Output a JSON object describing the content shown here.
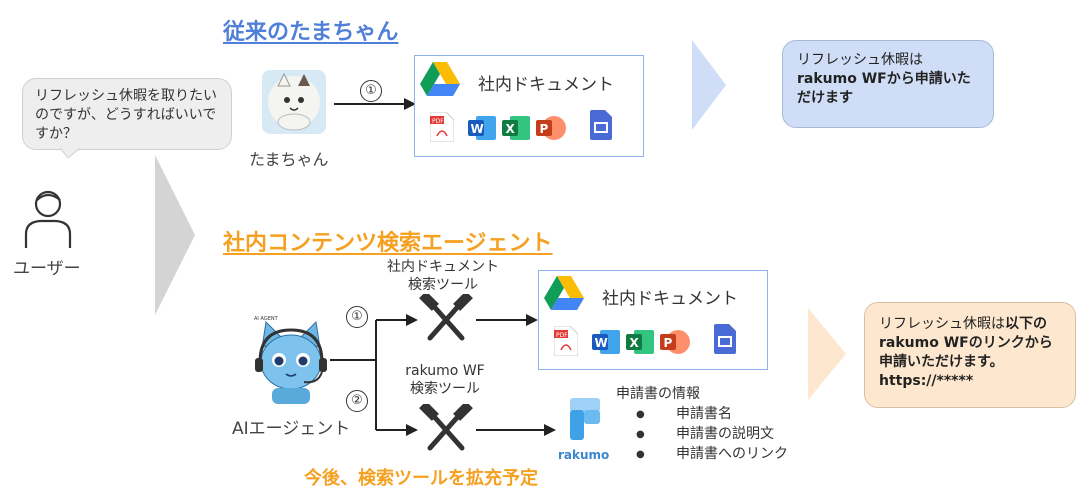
{
  "top_section": {
    "title": "従来のたまちゃん",
    "tama_label": "たまちゃん",
    "step": "①",
    "doc_title": "社内ドキュメント",
    "response": "リフレッシュ休暇は",
    "response_bold": "rakumo WFから申請いただけます"
  },
  "user": {
    "label": "ユーザー",
    "question": "リフレッシュ休暇を取りたいのですが、どうすればいいですか？"
  },
  "bottom_section": {
    "title": "社内コンテンツ検索エージェント",
    "tool1_label": "社内ドキュメント\n検索ツール",
    "tool2_label": "rakumo WF\n検索ツール",
    "step1": "①",
    "step2": "②",
    "agent_label": "AIエージェント",
    "agent_badge": "AI AGENT",
    "doc_title": "社内ドキュメント",
    "rakumo_logo": "rakumo",
    "info_title": "申請書の情報",
    "info_items": [
      "申請書名",
      "申請書の説明文",
      "申請書へのリンク"
    ],
    "plan": "今後、検索ツールを拡充予定",
    "response_plain": "リフレッシュ休暇は",
    "response_bold1": "以下のrakumo WFのリンクから申請いただけます。",
    "response_url": "https://*****"
  },
  "colors": {
    "blue_title": "#4f7fd8",
    "orange_title": "#f5a020",
    "blue_bubble": "#cfddf7",
    "orange_bubble": "#fde8cf"
  }
}
